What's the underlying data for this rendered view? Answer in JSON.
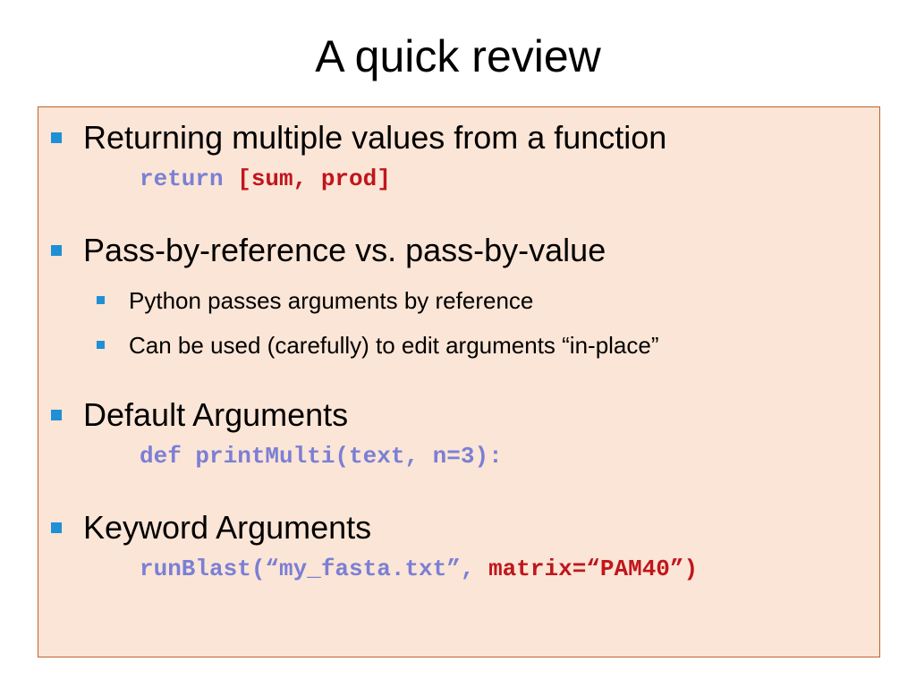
{
  "slide": {
    "title": "A quick review"
  },
  "colors": {
    "box_background": "#fbe5d6",
    "box_border": "#c0632b",
    "bullet": "#1f8fd6",
    "code_keyword": "#7b7fd4",
    "code_highlight": "#c0161c"
  },
  "items": [
    {
      "text": "Returning multiple values from a function",
      "code": {
        "part1": "return ",
        "part2": "[sum, prod]"
      }
    },
    {
      "text": "Pass-by-reference vs. pass-by-value",
      "subitems": [
        "Python passes arguments by reference",
        "Can be used (carefully) to edit arguments “in-place”"
      ]
    },
    {
      "text": "Default Arguments",
      "code": {
        "part1": "def printMulti(text, n=3):"
      }
    },
    {
      "text": "Keyword Arguments",
      "code": {
        "part1": "runBlast(“my_fasta.txt”, ",
        "part2": "matrix=“PAM40”)"
      }
    }
  ]
}
